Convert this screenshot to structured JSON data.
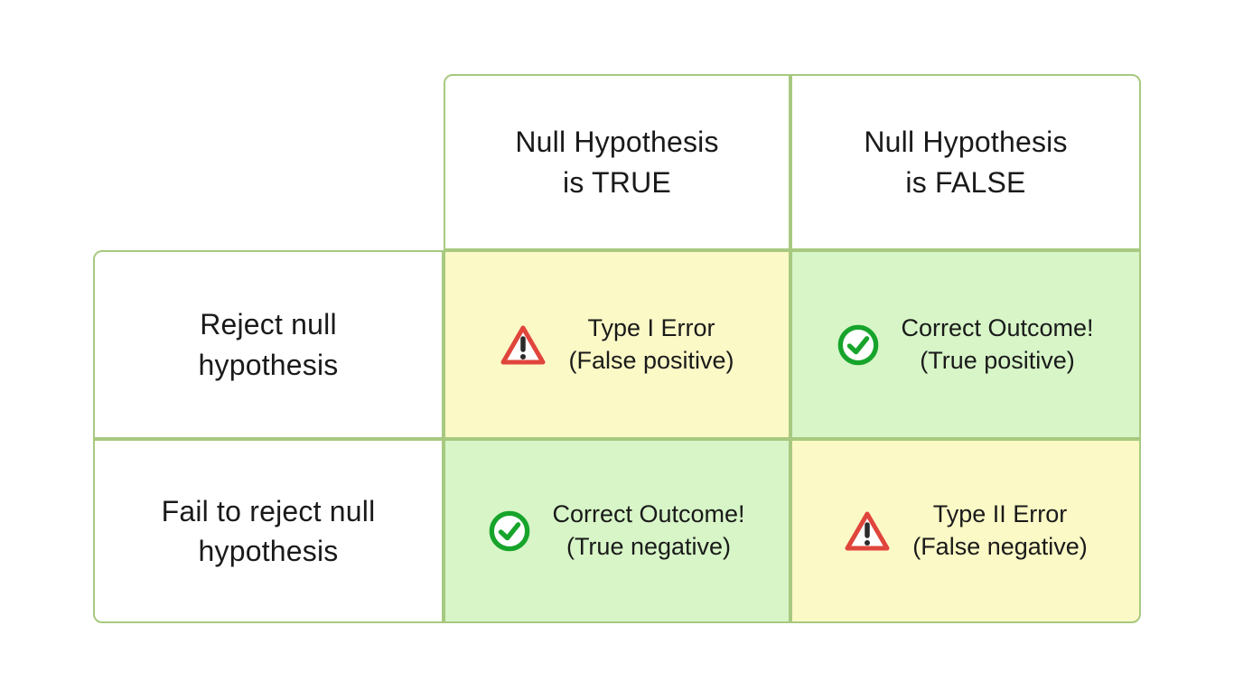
{
  "matrix": {
    "col_headers": [
      {
        "line1": "Null Hypothesis",
        "line2": "is TRUE"
      },
      {
        "line1": "Null Hypothesis",
        "line2": "is FALSE"
      }
    ],
    "row_headers": [
      {
        "line1": "Reject null",
        "line2": "hypothesis"
      },
      {
        "line1": "Fail to reject null",
        "line2": "hypothesis"
      }
    ],
    "cells": {
      "r1c1": {
        "title": "Type I Error",
        "subtitle": "(False positive)",
        "icon": "warning-icon",
        "tone": "bad"
      },
      "r1c2": {
        "title": "Correct Outcome!",
        "subtitle": "(True positive)",
        "icon": "check-circle-icon",
        "tone": "good"
      },
      "r2c1": {
        "title": "Correct Outcome!",
        "subtitle": "(True negative)",
        "icon": "check-circle-icon",
        "tone": "good"
      },
      "r2c2": {
        "title": "Type II Error",
        "subtitle": "(False negative)",
        "icon": "warning-icon",
        "tone": "bad"
      }
    }
  },
  "colors": {
    "border": "#a7c97f",
    "bad_bg": "#fbf9c6",
    "good_bg": "#d7f5c7",
    "warning_red": "#e0453c",
    "check_green": "#17a42b",
    "text": "#1a1a1a",
    "page_bg": "#ffffff"
  }
}
